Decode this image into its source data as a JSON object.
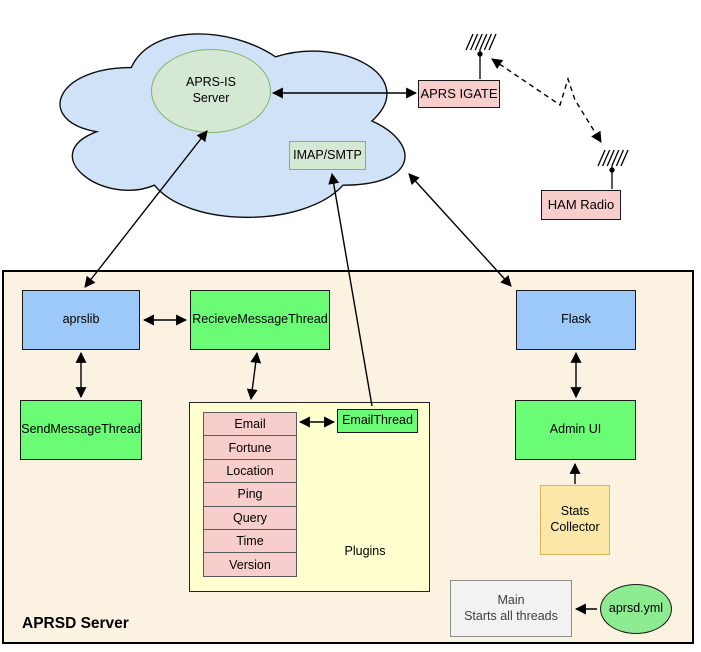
{
  "palette": {
    "cloud_fill": "#cfe2f7",
    "node_blue": "#9dc9f8",
    "node_green": "#69fc74",
    "node_pink": "#f8cecc",
    "soft_green_fill": "#d5e8d4",
    "soft_green_border": "#82b366",
    "plugins_yellow": "#ffffcf",
    "stats_fill": "#fbe7a8",
    "stats_border": "#d9b35c",
    "server_bg": "#fcf2e1",
    "main_gray": "#f2f2f2"
  },
  "cloud": {
    "aprs_is_server": "APRS-IS Server",
    "imap_smtp": "IMAP/SMTP"
  },
  "radio": {
    "aprs_igate": "APRS IGATE",
    "ham_radio": "HAM Radio"
  },
  "server": {
    "title": "APRSD Server",
    "aprslib": "aprslib",
    "recieve_message_thread": "RecieveMessageThread",
    "send_message_thread": "SendMessageThread",
    "flask": "Flask",
    "admin_ui": "Admin UI",
    "email_thread": "EmailThread",
    "stats_collector": "Stats Collector",
    "main_title": "Main",
    "main_subtitle": "Starts all threads",
    "aprsd_yml": "aprsd.yml"
  },
  "plugins": {
    "label": "Plugins",
    "items": [
      "Email",
      "Fortune",
      "Location",
      "Ping",
      "Query",
      "Time",
      "Version"
    ]
  }
}
